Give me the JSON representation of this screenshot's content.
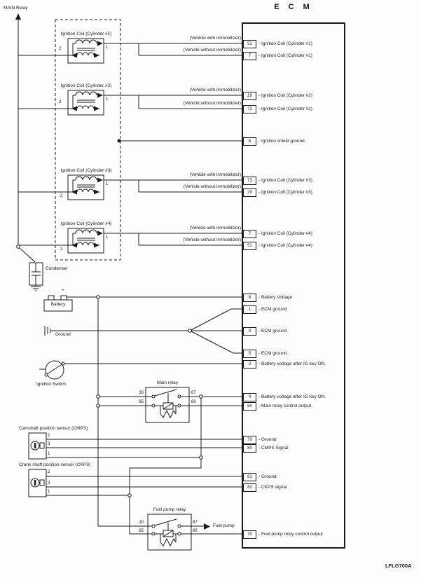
{
  "title": "E C M",
  "code": "LFLG700A",
  "labels": {
    "main_relay_rail": "MAIN Relay",
    "with_immobilizer": "(Vehicle with immobilizer)",
    "without_immobilizer": "(Vehicle without immobilizer)",
    "condenser": "Condenser",
    "battery": "Battery",
    "ground": "Ground",
    "ignition_switch": "Ignition Switch",
    "main_relay": "Main relay",
    "fuel_pump_relay": "Fuel pump relay",
    "fuel_pump": "Fuel pump",
    "cmps": "Camshaft position sensor (CMPS)",
    "ckps": "Crank shaft position sensor (CKPS)",
    "minus": "-",
    "plus": "+"
  },
  "coils": [
    {
      "label": "Ignition Coil (Cylinder #1)"
    },
    {
      "label": "Ignition Coil (Cylinder #2)"
    },
    {
      "label": "Ignition Coil (Cylinder #3)"
    },
    {
      "label": "Ignition Coil (Cylinder #4)"
    }
  ],
  "coil_terminals": {
    "t1": "1",
    "t2": "2"
  },
  "relay_terminals": {
    "t30": "30",
    "t85": "85",
    "t87": "87",
    "t86": "86"
  },
  "sensor_terminals": {
    "t1": "1",
    "t2": "2",
    "t3": "3"
  },
  "ecm_pins": [
    {
      "num": "51",
      "label": "- Ignition Coil (Cylinder #1)"
    },
    {
      "num": "7",
      "label": "- Ignition Coil (Cylinder #1)"
    },
    {
      "num": "29",
      "label": "- Ignition Coil (Cylinder #2)"
    },
    {
      "num": "73",
      "label": "- Ignition Coil (Cylinder #2)"
    },
    {
      "num": "8",
      "label": "- Ignition shield ground"
    },
    {
      "num": "73",
      "label": "- Ignition Coil (Cylinder #3)"
    },
    {
      "num": "29",
      "label": "- Ignition Coil (Cylinder #3)"
    },
    {
      "num": "7",
      "label": "- Ignition Coil (Cylinder #4)"
    },
    {
      "num": "51",
      "label": "- Ignition Coil (Cylinder #4)"
    },
    {
      "num": "6",
      "label": "- Battery Voltage"
    },
    {
      "num": "1",
      "label": "- ECM ground"
    },
    {
      "num": "3",
      "label": "- ECM ground"
    },
    {
      "num": "5",
      "label": "- ECM ground"
    },
    {
      "num": "2",
      "label": "- Battery voltage after IG key ON."
    },
    {
      "num": "4",
      "label": "- Battery voltage after IG key ON."
    },
    {
      "num": "84",
      "label": "- Main relay control output"
    },
    {
      "num": "79",
      "label": "- Ground"
    },
    {
      "num": "80",
      "label": "- CMPS Signal"
    },
    {
      "num": "81",
      "label": "- Ground"
    },
    {
      "num": "82",
      "label": "- CKPS signal"
    },
    {
      "num": "70",
      "label": "- Fuel pump relay control output"
    }
  ]
}
